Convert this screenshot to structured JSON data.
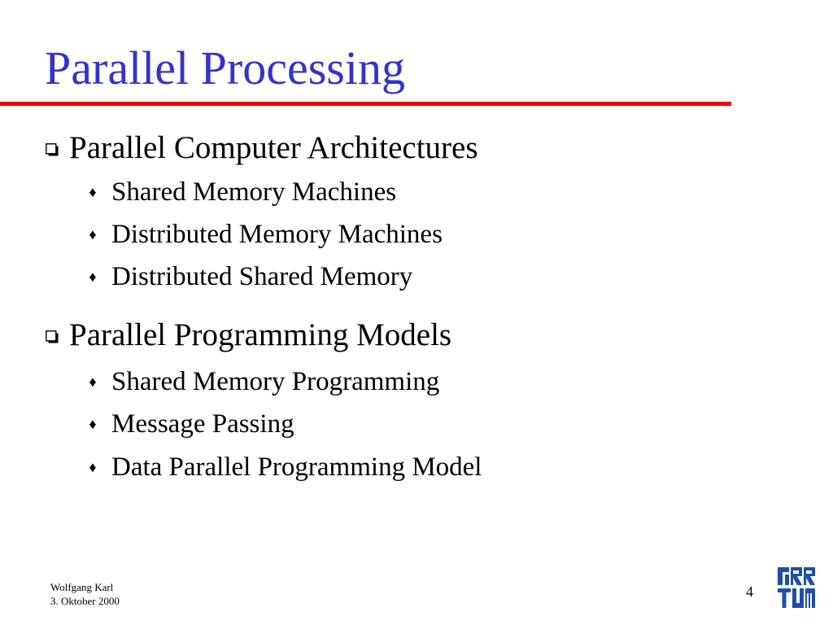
{
  "slide": {
    "title": "Parallel Processing",
    "colors": {
      "title": "#3333cc",
      "rule": "#ee0000",
      "logo": "#1f4fa8",
      "text": "#000000"
    },
    "sections": [
      {
        "heading": "Parallel Computer Architectures",
        "bullet_icon": "square-bullet-icon",
        "items": [
          "Shared Memory Machines",
          "Distributed Memory Machines",
          "Distributed Shared Memory"
        ]
      },
      {
        "heading": "Parallel Programming Models",
        "bullet_icon": "square-bullet-icon",
        "items": [
          "Shared Memory Programming",
          "Message Passing",
          "Data Parallel Programming Model"
        ]
      }
    ],
    "sub_bullet_icon": "diamond-bullet-icon",
    "diamond_glyph": "♦",
    "footer": {
      "author": "Wolfgang Karl",
      "date": "3. Oktober 2000"
    },
    "page_number": "4",
    "logo_icon": "university-logo-icon"
  }
}
